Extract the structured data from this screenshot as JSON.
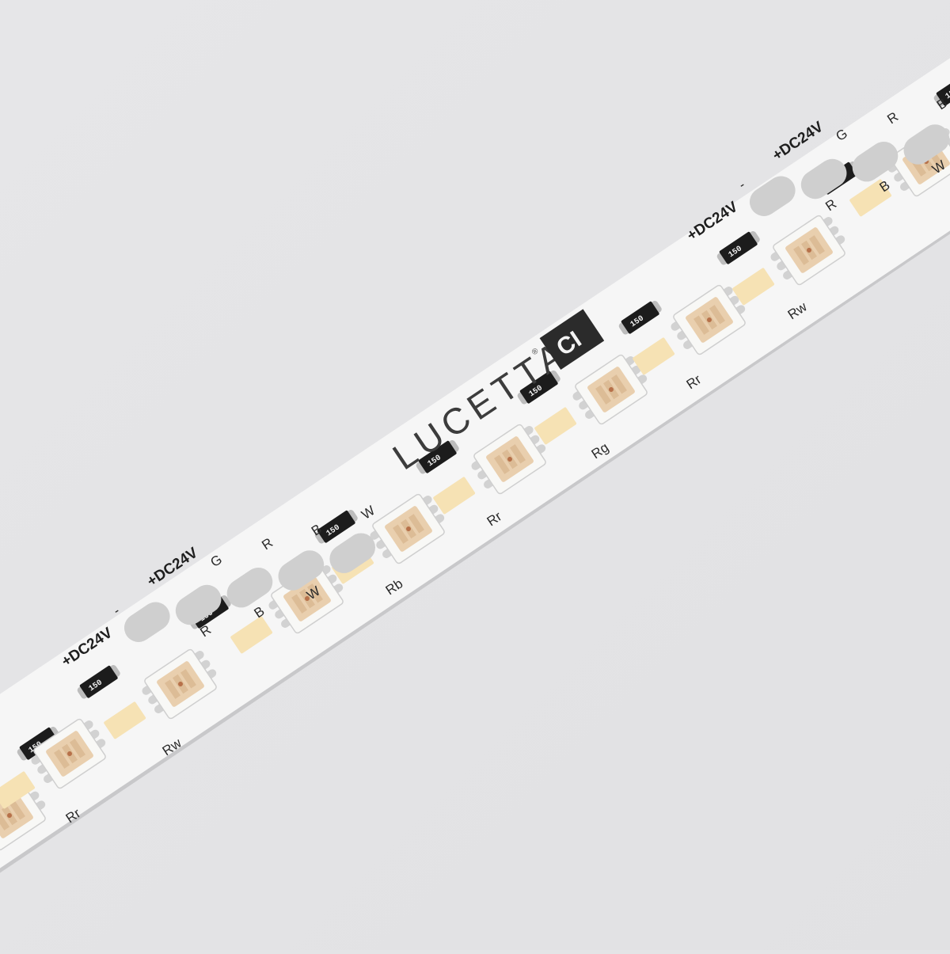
{
  "brand": {
    "name": "LUCETTA",
    "mark": "CI",
    "trademark": "®"
  },
  "resistor_code": "150",
  "pad_groups": [
    {
      "labels": [
        "+DC24V",
        "-",
        "+DC24V",
        "G",
        "R",
        "B",
        "W"
      ]
    },
    {
      "labels": [
        "+DC24V",
        "-",
        "+DC24V",
        "G",
        "R",
        "B",
        "W"
      ]
    }
  ],
  "channel_labels": [
    "Rr",
    "Rw",
    "Rb",
    "Rr",
    "Rg",
    "Rr",
    "Rw"
  ],
  "colors": {
    "background": "#e4e4e6",
    "strip": "#f6f6f6",
    "led_body": "#f8f8f6",
    "led_die": "#e9cfae",
    "white_led": "#f6e2b4",
    "resistor": "#1c1c1c",
    "pad": "#cfcfcf"
  }
}
